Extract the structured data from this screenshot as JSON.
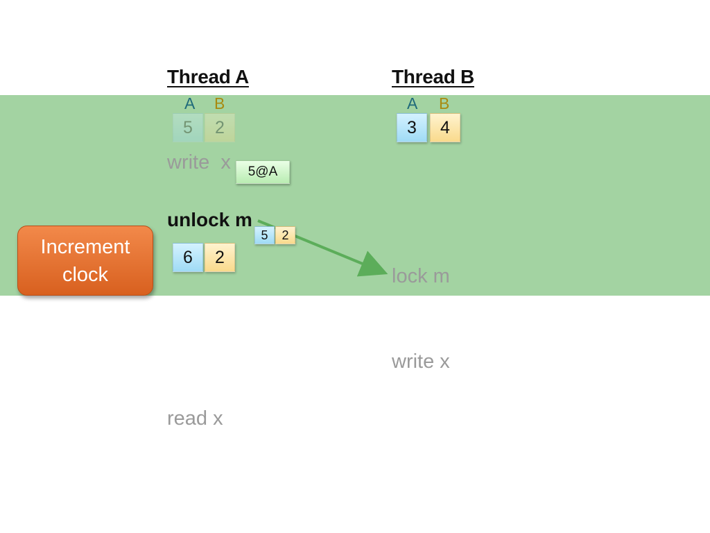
{
  "threads": {
    "a": {
      "title": "Thread A"
    },
    "b": {
      "title": "Thread B"
    }
  },
  "clock_labels": {
    "a": "A",
    "b": "B"
  },
  "thread_a": {
    "initial_clock": {
      "a": "5",
      "b": "2"
    },
    "ops": {
      "write": "write  x",
      "unlock": "unlock m",
      "read": "read x"
    },
    "write_tag": "5@A",
    "release_clock": {
      "a": "5",
      "b": "2"
    },
    "incremented_clock": {
      "a": "6",
      "b": "2"
    }
  },
  "thread_b": {
    "clock": {
      "a": "3",
      "b": "4"
    },
    "ops": {
      "lock": "lock m",
      "write": "write x"
    }
  },
  "callout": {
    "line1": "Increment",
    "line2": "clock"
  },
  "colors": {
    "band": "#a3d3a2",
    "clock_a": "#9fdbf5",
    "clock_b": "#f9da8c",
    "callout": "#d8601f",
    "arrow": "#5cad5a"
  }
}
